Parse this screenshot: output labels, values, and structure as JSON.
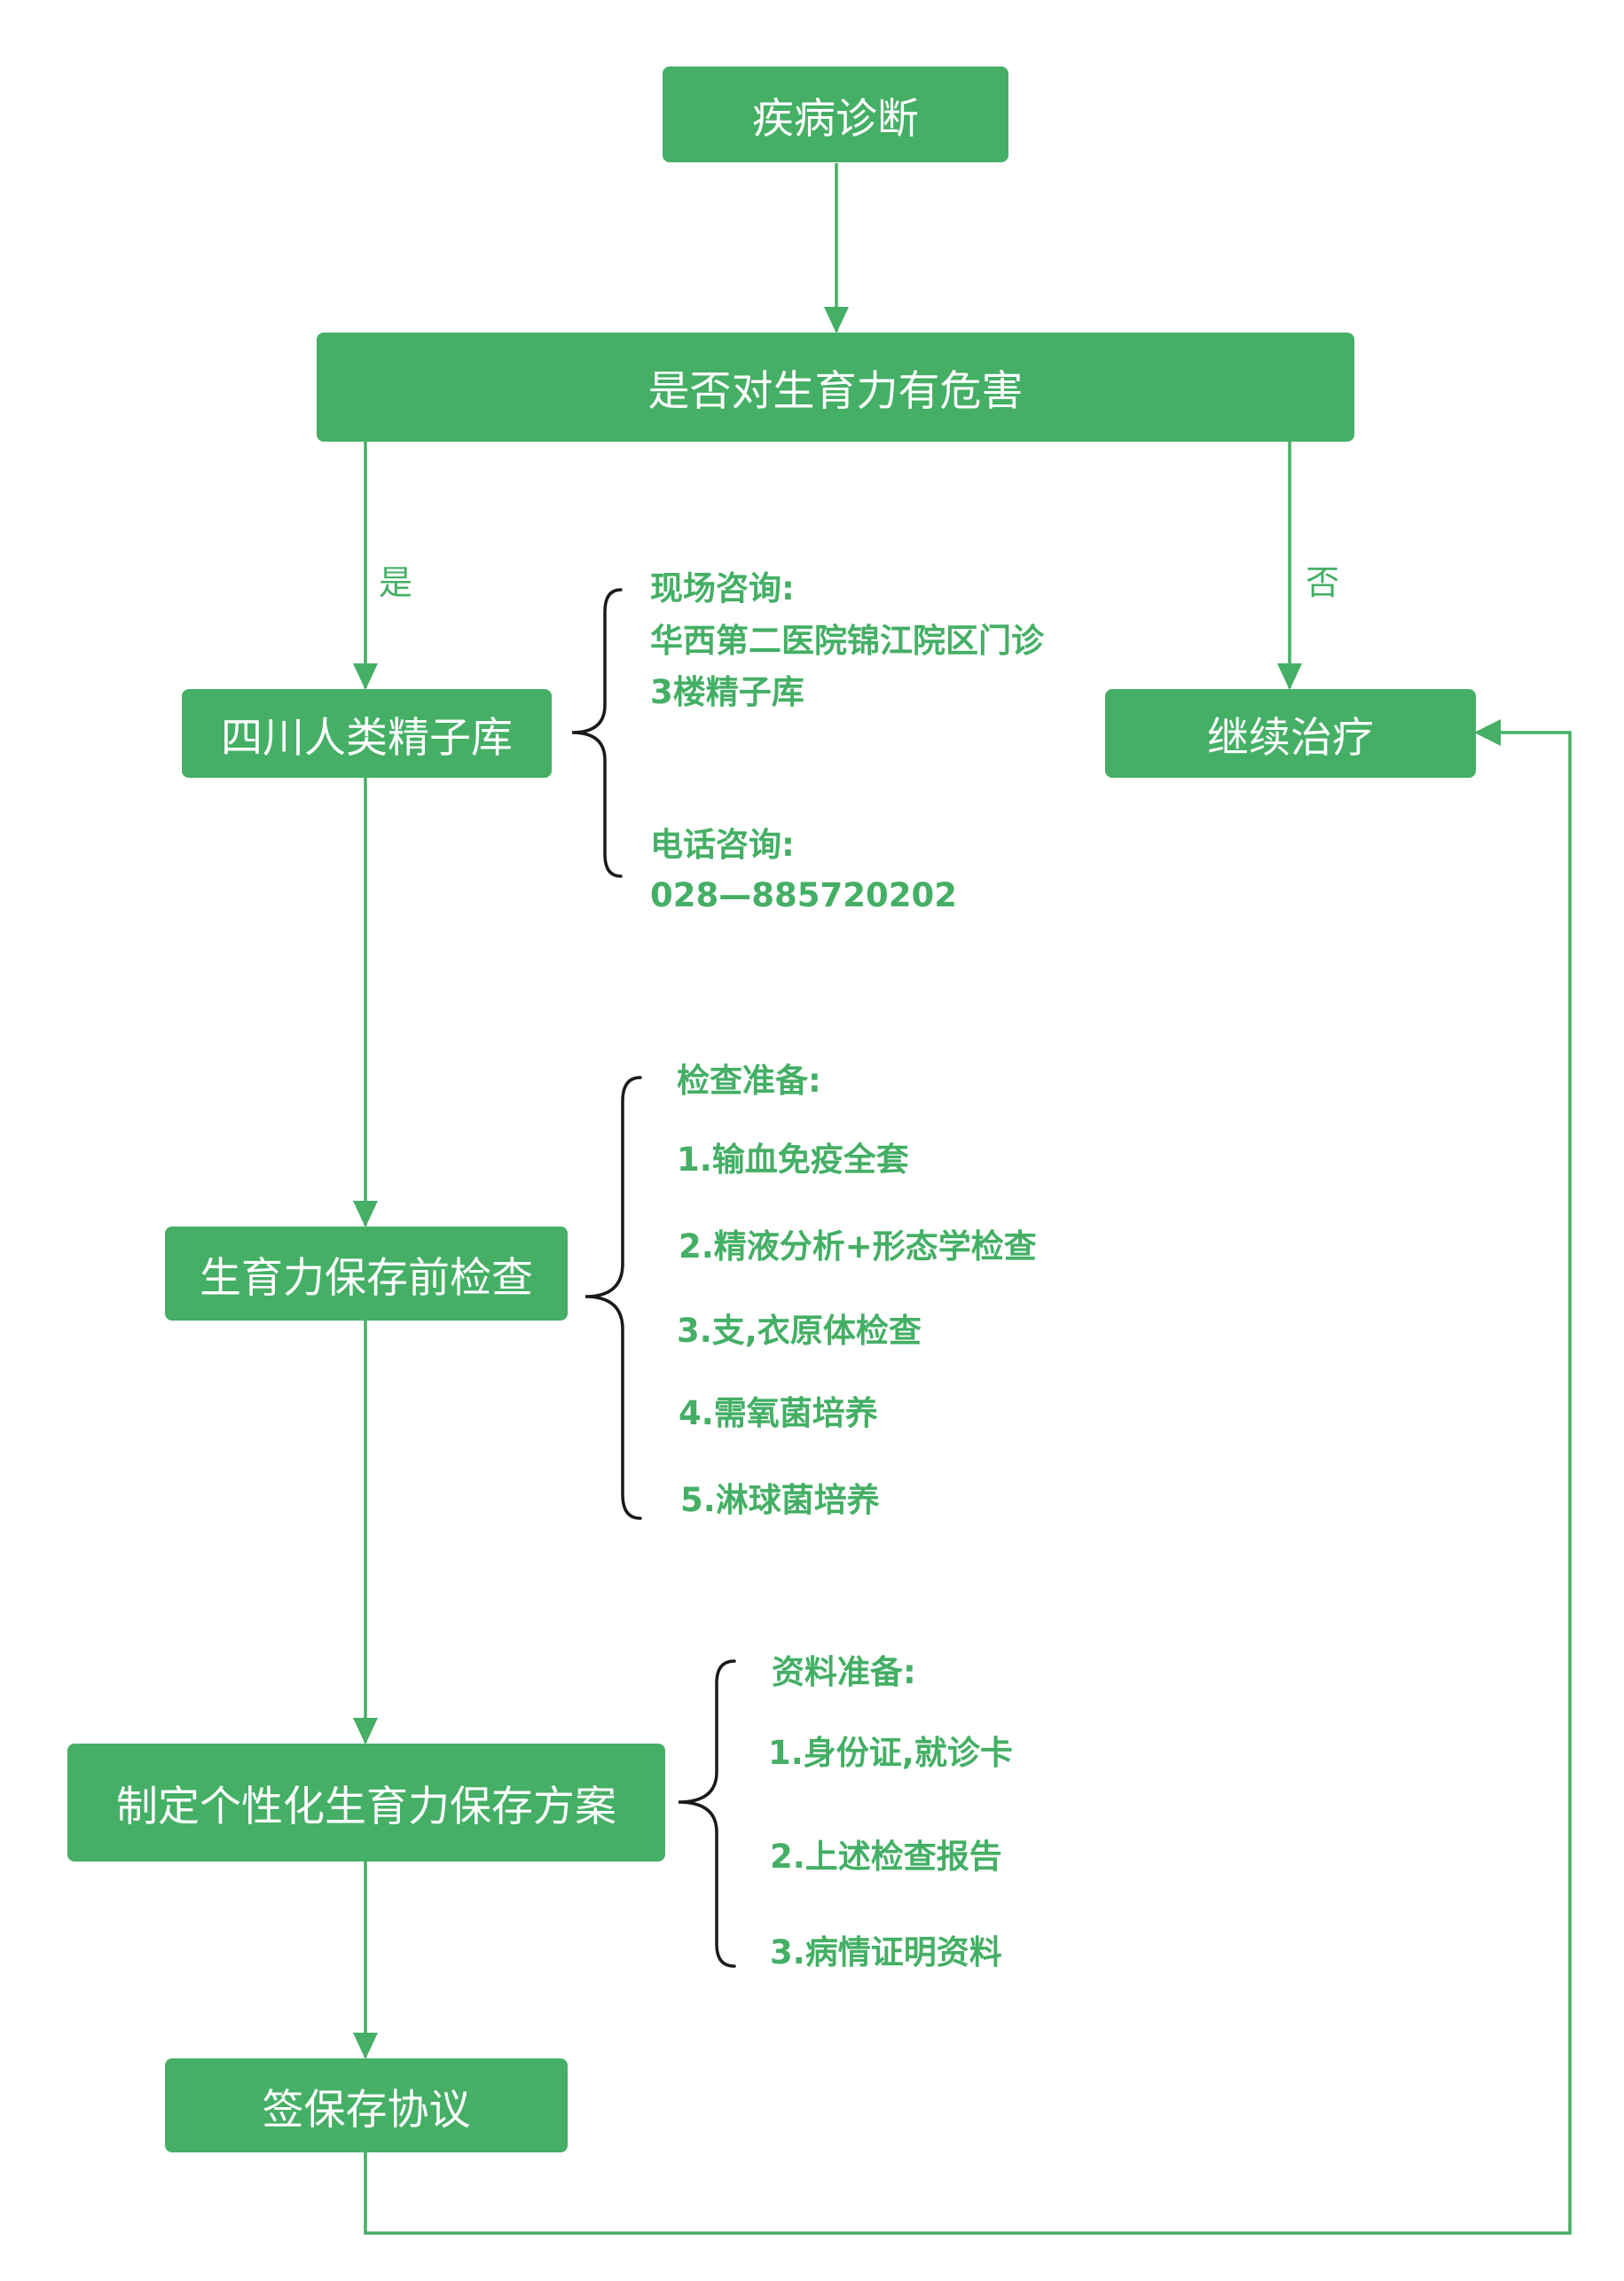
{
  "colors": {
    "accent": "#44af65",
    "bracket": "#1a1a1a",
    "background": "#ffffff"
  },
  "nodes": {
    "diagnosis": "疾病诊断",
    "harm_check": "是否对生育力有危害",
    "sperm_bank": "四川人类精子库",
    "continue_treatment": "继续治疗",
    "pre_exam": "生育力保存前检查",
    "plan": "制定个性化生育力保存方案",
    "agreement": "签保存协议"
  },
  "branches": {
    "yes": "是",
    "no": "否"
  },
  "contact": {
    "onsite_title": "现场咨询:",
    "onsite_lines": [
      "华西第二医院锦江院区门诊",
      "3楼精子库"
    ],
    "phone_title": "电话咨询:",
    "phone": "028—885720202"
  },
  "exam_prep": {
    "title": "检查准备:",
    "items": [
      "1.输血免疫全套",
      "2.精液分析+形态学检查",
      "3.支,衣原体检查",
      "4.需氧菌培养",
      "5.淋球菌培养"
    ]
  },
  "doc_prep": {
    "title": "资料准备:",
    "items": [
      "1.身份证,就诊卡",
      "2.上述检查报告",
      "3.病情证明资料"
    ]
  }
}
